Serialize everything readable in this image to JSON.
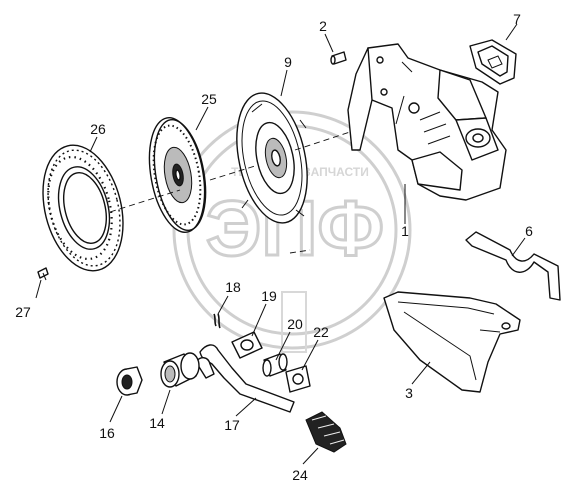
{
  "watermark": {
    "brand": "ЭПФ",
    "caption": "ТЕХНИКА И ЗАПЧАСТИ"
  },
  "callouts": {
    "c1": "1",
    "c2": "2",
    "c3": "3",
    "c6": "6",
    "c7": "7",
    "c9": "9",
    "c14": "14",
    "c16": "16",
    "c17": "17",
    "c18": "18",
    "c19": "19",
    "c20": "20",
    "c22": "22",
    "c24": "24",
    "c25": "25",
    "c26": "26",
    "c27": "27"
  }
}
